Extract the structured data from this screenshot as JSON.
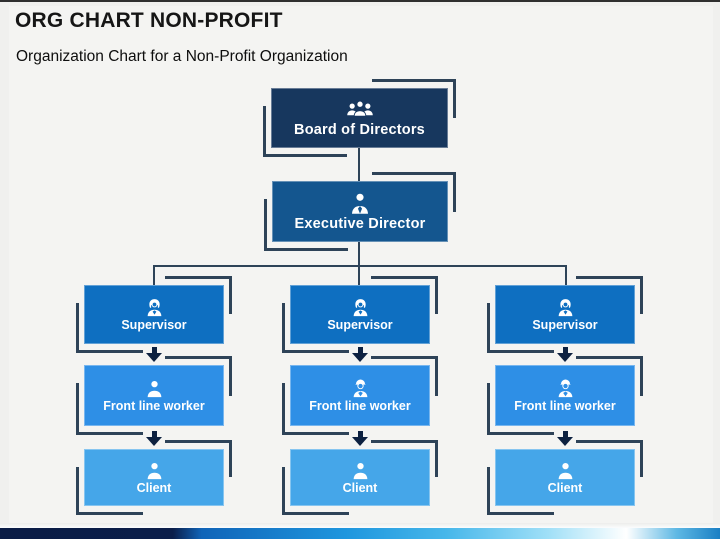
{
  "slide": {
    "title": "ORG CHART NON-PROFIT",
    "subtitle": "Organization Chart for a Non-Profit Organization"
  },
  "org": {
    "root": {
      "label": "Board of Directors",
      "icon": "group-people-icon"
    },
    "executive": {
      "label": "Executive Director",
      "icon": "businessman-icon"
    },
    "columns": [
      {
        "supervisor": {
          "label": "Supervisor",
          "icon": "female-person-icon"
        },
        "worker": {
          "label": "Front line worker",
          "icon": "person-icon"
        },
        "client": {
          "label": "Client",
          "icon": "person-icon"
        }
      },
      {
        "supervisor": {
          "label": "Supervisor",
          "icon": "female-person-icon"
        },
        "worker": {
          "label": "Front line worker",
          "icon": "worker-cap-icon"
        },
        "client": {
          "label": "Client",
          "icon": "person-icon"
        }
      },
      {
        "supervisor": {
          "label": "Supervisor",
          "icon": "female-person-icon"
        },
        "worker": {
          "label": "Front line worker",
          "icon": "worker-cap-icon"
        },
        "client": {
          "label": "Client",
          "icon": "person-icon"
        }
      }
    ]
  },
  "colors": {
    "board_box": "#17375E",
    "executive_box": "#14568F",
    "supervisor_box": "#0E6FC1",
    "worker_box": "#2E8FE6",
    "client_box": "#45A6E9",
    "connector": "#2E4358",
    "arrow": "#0D2140",
    "title_text": "#161616",
    "footer_gradient": [
      "#0A1C45",
      "#1064B8",
      "#1E96DE",
      "#47B7EA",
      "#9FDFF7",
      "#FFFFFF",
      "#5EB8E4",
      "#1A7FC4"
    ]
  }
}
